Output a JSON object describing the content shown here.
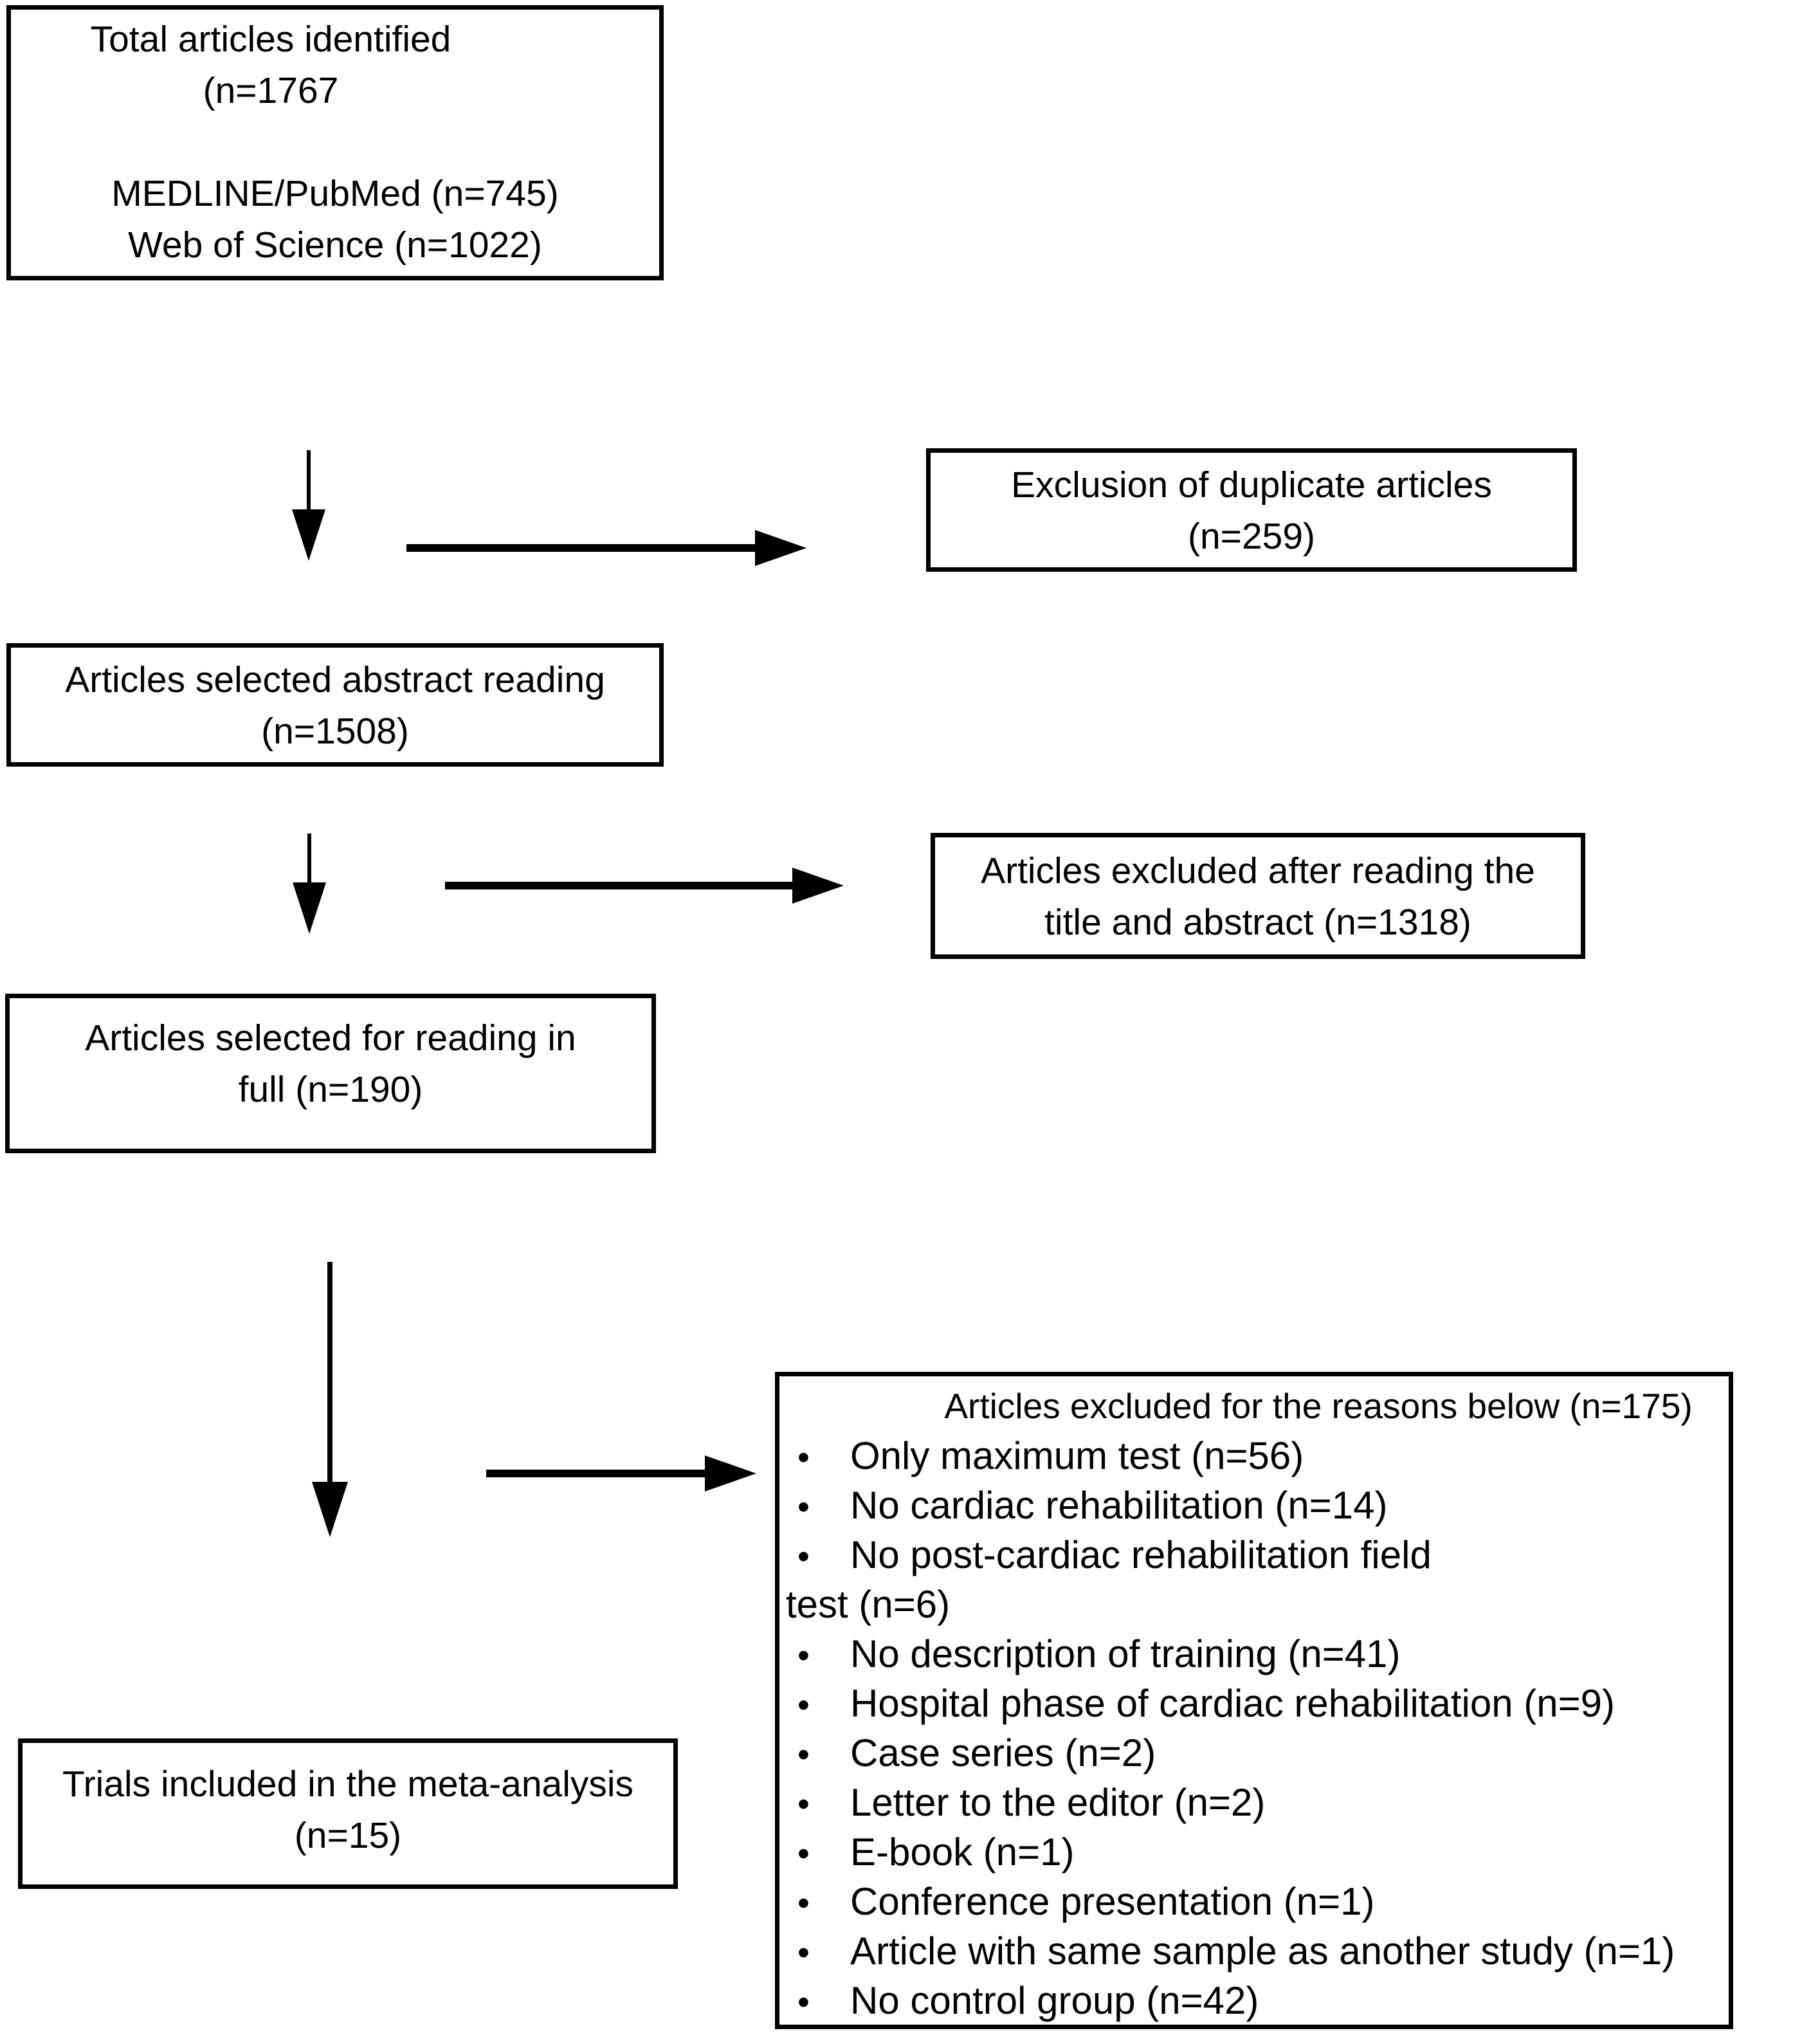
{
  "colors": {
    "background": "#ffffff",
    "line": "#000000"
  },
  "icons": {
    "bullet": "•"
  },
  "flow": {
    "box_total": {
      "lines": [
        "Total articles identified",
        "(n=1767",
        "",
        "MEDLINE/PubMed (n=745)",
        "Web of Science (n=1022)"
      ]
    },
    "box_duplicates": {
      "lines": [
        "Exclusion of duplicate articles",
        "(n=259)"
      ]
    },
    "box_abstract": {
      "lines": [
        "Articles selected abstract reading",
        "(n=1508)"
      ]
    },
    "box_title_abstract": {
      "lines": [
        "Articles excluded after reading the",
        "title and abstract (n=1318)"
      ]
    },
    "box_full": {
      "lines": [
        "Articles selected for reading in",
        "full (n=190)"
      ]
    },
    "box_reasons": {
      "title": "Articles excluded for the reasons below (n=175)",
      "items": [
        "Only maximum test (n=56)",
        "No cardiac rehabilitation (n=14)",
        "No post-cardiac rehabilitation field",
        "No description of training (n=41)",
        "Hospital phase of cardiac rehabilitation (n=9)",
        "Case series (n=2)",
        "Letter to the editor (n=2)",
        "E-book (n=1)",
        "Conference presentation (n=1)",
        "Article with same sample as another study (n=1)",
        "No control group (n=42)"
      ],
      "item_3_continuation": "test (n=6)"
    },
    "box_included": {
      "lines": [
        "Trials included in the meta-analysis",
        "(n=15)"
      ]
    }
  }
}
